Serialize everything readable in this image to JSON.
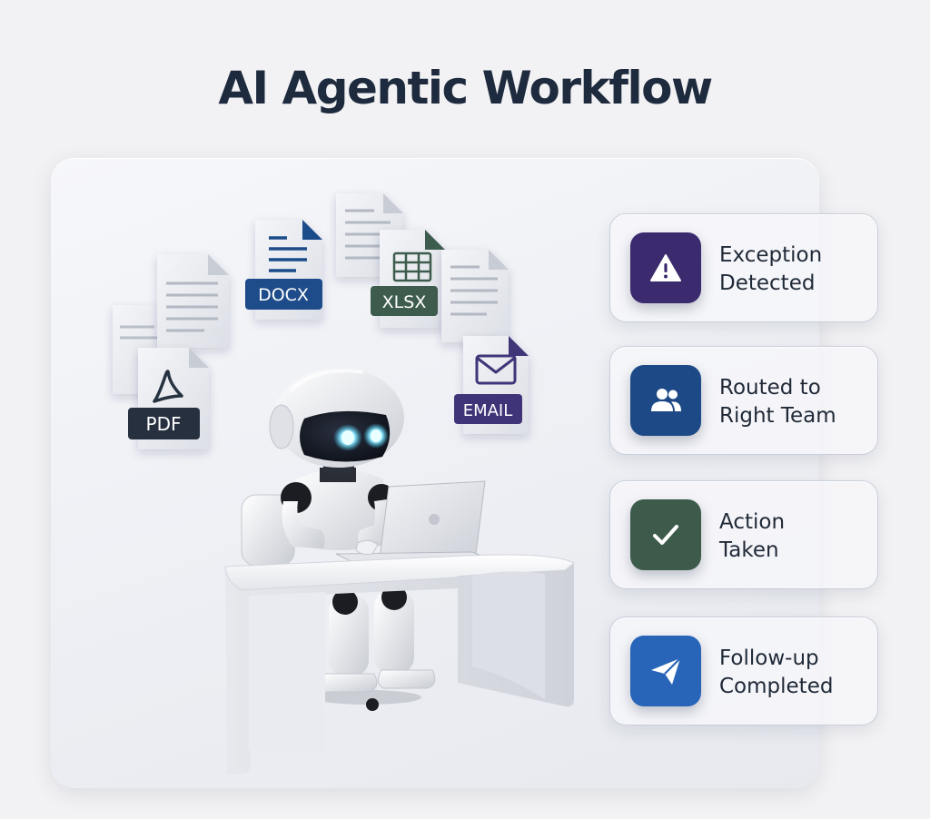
{
  "title": "AI Agentic Workflow",
  "file_badges": {
    "pdf": "PDF",
    "docx": "DOCX",
    "xlsx": "XLSX",
    "email": "EMAIL"
  },
  "steps": [
    {
      "label": "Exception\nDetected",
      "icon": "warning-icon",
      "color": "#3b2a6e"
    },
    {
      "label": "Routed to\nRight Team",
      "icon": "team-icon",
      "color": "#1d4a86"
    },
    {
      "label": "Action\nTaken",
      "icon": "checkmark-icon",
      "color": "#3d5b4b"
    },
    {
      "label": "Follow-up\nCompleted",
      "icon": "send-icon",
      "color": "#2864b8"
    }
  ],
  "colors": {
    "title": "#1e2a3d",
    "pdf_badge": "#27303f",
    "docx_badge": "#1e4c8a",
    "xlsx_badge": "#3e5c4d",
    "email_badge": "#3f3478",
    "robot_eyes": "#8fe8ff"
  }
}
